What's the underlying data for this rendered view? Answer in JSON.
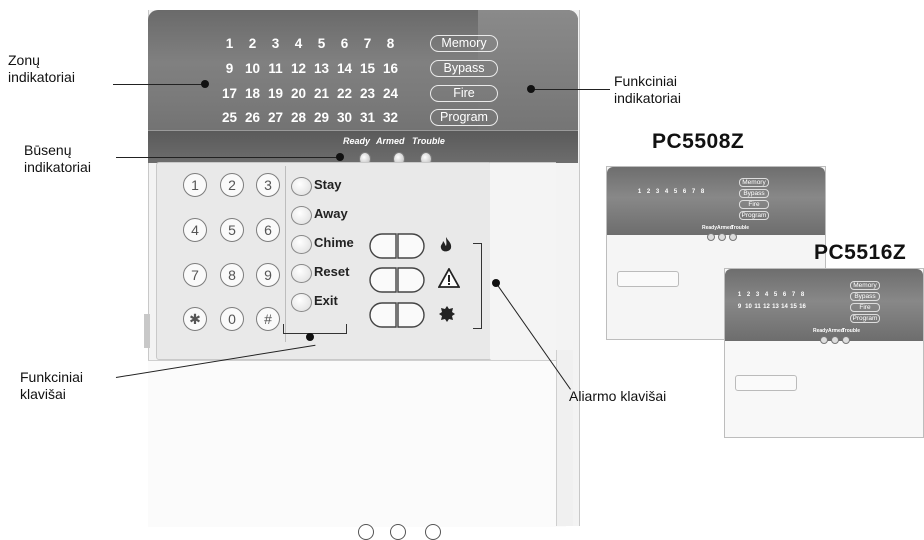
{
  "keypad": {
    "zone_rows": [
      [
        "1",
        "2",
        "3",
        "4",
        "5",
        "6",
        "7",
        "8"
      ],
      [
        "9",
        "10",
        "11",
        "12",
        "13",
        "14",
        "15",
        "16"
      ],
      [
        "17",
        "18",
        "19",
        "20",
        "21",
        "22",
        "23",
        "24"
      ],
      [
        "25",
        "26",
        "27",
        "28",
        "29",
        "30",
        "31",
        "32"
      ]
    ],
    "function_labels": [
      "Memory",
      "Bypass",
      "Fire",
      "Program"
    ],
    "status_labels": [
      "Ready",
      "Armed",
      "Trouble"
    ],
    "number_keys": [
      "1",
      "2",
      "3",
      "4",
      "5",
      "6",
      "7",
      "8",
      "9",
      "✱",
      "0",
      "#"
    ],
    "function_keys": [
      "Stay",
      "Away",
      "Chime",
      "Reset",
      "Exit"
    ],
    "alarm_icons": [
      "fire-icon",
      "warning-icon",
      "police-badge-icon"
    ]
  },
  "callouts": {
    "zone_indicators": [
      "Zonų",
      "indikatoriai"
    ],
    "function_indicators": [
      "Funkciniai",
      "indikatoriai"
    ],
    "status_indicators": [
      "Būsenų",
      "indikatoriai"
    ],
    "function_keys": [
      "Funkciniai",
      "klavišai"
    ],
    "alarm_keys": "Aliarmo klavišai"
  },
  "models": {
    "pc5508z": {
      "name": "PC5508Z",
      "zone_rows": [
        [
          "1",
          "2",
          "3",
          "4",
          "5",
          "6",
          "7",
          "8"
        ]
      ],
      "function_labels": [
        "Memory",
        "Bypass",
        "Fire",
        "Program"
      ],
      "status_labels": [
        "Ready",
        "Armed",
        "Trouble"
      ]
    },
    "pc5516z": {
      "name": "PC5516Z",
      "zone_rows": [
        [
          "1",
          "2",
          "3",
          "4",
          "5",
          "6",
          "7",
          "8"
        ],
        [
          "9",
          "10",
          "11",
          "12",
          "13",
          "14",
          "15",
          "16"
        ]
      ],
      "function_labels": [
        "Memory",
        "Bypass",
        "Fire",
        "Program"
      ],
      "status_labels": [
        "Ready",
        "Armed",
        "Trouble"
      ]
    }
  },
  "colors": {
    "panel_gray": "#7a7a7a",
    "text": "#111111",
    "background": "#ffffff"
  }
}
